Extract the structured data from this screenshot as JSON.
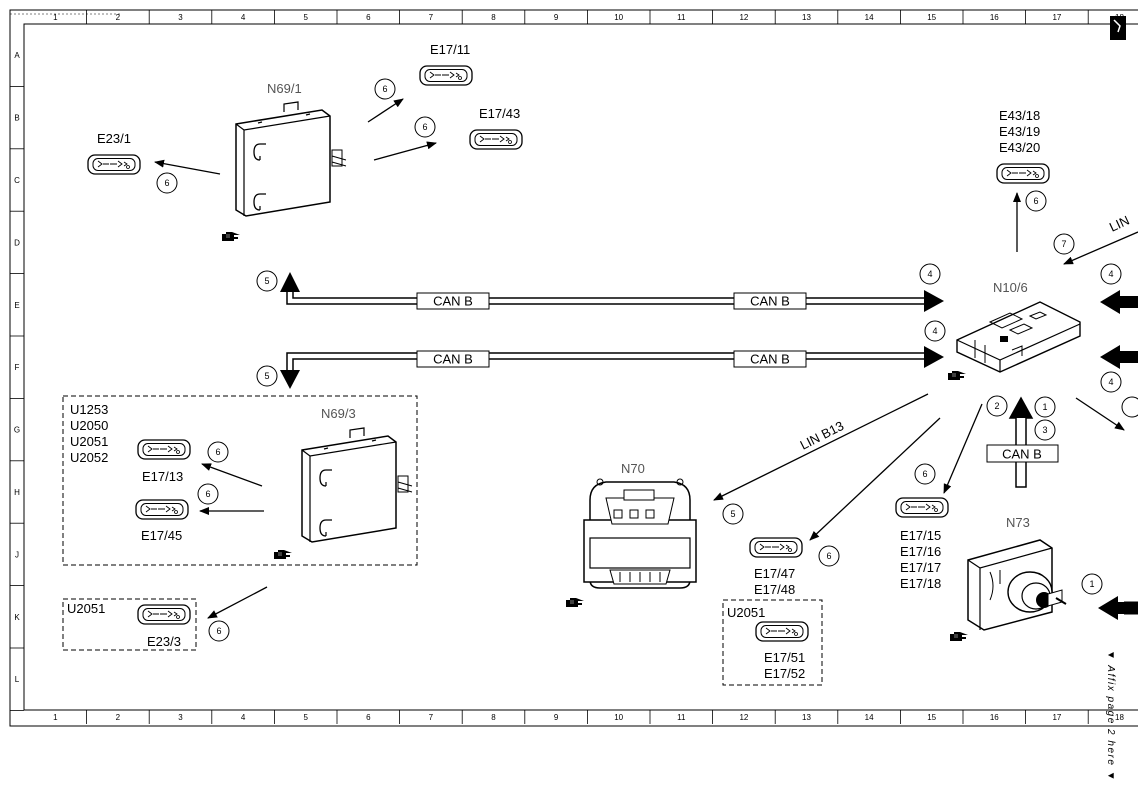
{
  "grid": {
    "columns": [
      "1",
      "2",
      "3",
      "4",
      "5",
      "6",
      "7",
      "8",
      "9",
      "10",
      "11",
      "12",
      "13",
      "14",
      "15",
      "16",
      "17",
      "18"
    ],
    "rows": [
      "A",
      "B",
      "C",
      "D",
      "E",
      "F",
      "G",
      "H",
      "J",
      "K",
      "L"
    ]
  },
  "modules": {
    "n69_1": "N69/1",
    "n69_3": "N69/3",
    "n10_6": "N10/6",
    "n70": "N70",
    "n73": "N73"
  },
  "lamps": {
    "e17_11": "E17/11",
    "e17_43": "E17/43",
    "e23_1": "E23/1",
    "e43": [
      "E43/18",
      "E43/19",
      "E43/20"
    ],
    "e17_13": "E17/13",
    "e17_45": "E17/45",
    "e23_3": "E23/3",
    "e17_47_48": [
      "E17/47",
      "E17/48"
    ],
    "e17_51_52": [
      "E17/51",
      "E17/52"
    ],
    "e17_15_18": [
      "E17/15",
      "E17/16",
      "E17/17",
      "E17/18"
    ]
  },
  "boxes": {
    "box_upper_codes": [
      "U1253",
      "U2050",
      "U2051",
      "U2052"
    ],
    "box_lower_code": "U2051",
    "box_mid_code": "U2051"
  },
  "bus": {
    "can_b": "CAN B",
    "lin_b13": "LIN B13",
    "lin_partial": "LIN"
  },
  "callouts": {
    "c1": "1",
    "c2": "2",
    "c3": "3",
    "c4": "4",
    "c5": "5",
    "c6": "6",
    "c7": "7"
  },
  "footer_note": "▼ Affix page 2 here ▼"
}
